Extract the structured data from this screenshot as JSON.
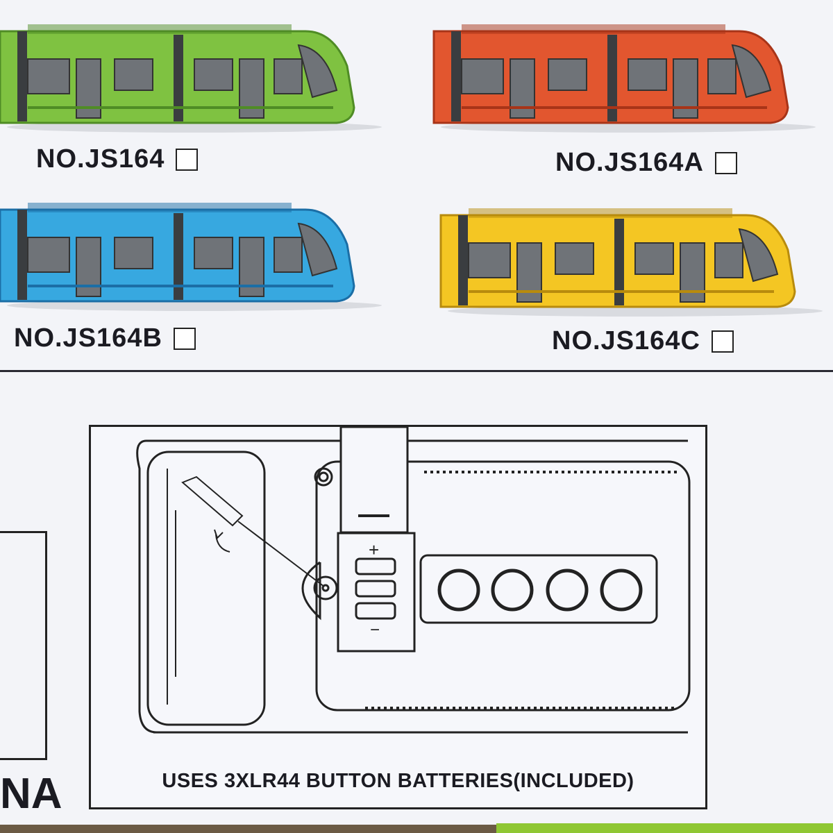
{
  "products": [
    {
      "model": "NO.JS164",
      "color": "#7fc241",
      "accent": "#4f8c25",
      "checked": false
    },
    {
      "model": "NO.JS164A",
      "color": "#e2562f",
      "accent": "#a83418",
      "checked": false
    },
    {
      "model": "NO.JS164B",
      "color": "#37a8e0",
      "accent": "#1b6ea6",
      "checked": false
    },
    {
      "model": "NO.JS164C",
      "color": "#f4c623",
      "accent": "#b88b0d",
      "checked": false
    }
  ],
  "side_text": "NA",
  "instructions": {
    "caption": "USES 3XLR44 BUTTON BATTERIES(INCLUDED)",
    "battery_plus": "+",
    "battery_minus": "−"
  }
}
